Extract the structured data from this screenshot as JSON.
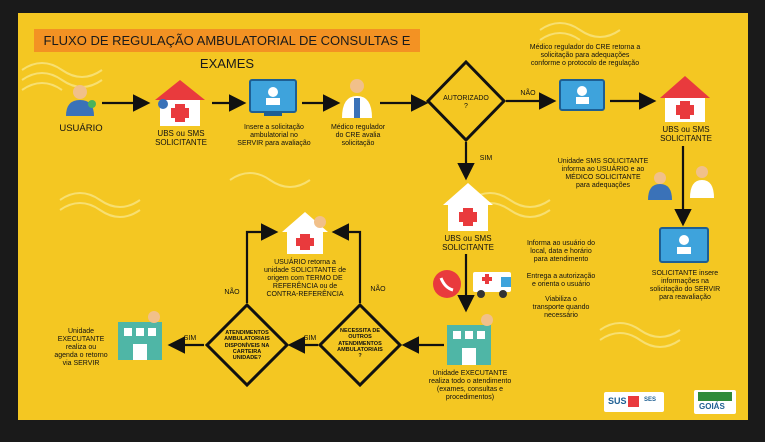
{
  "title": "FLUXO DE REGULAÇÃO AMBULATORIAL DE CONSULTAS E EXAMES",
  "colors": {
    "background": "#f4c722",
    "title_bg": "#f39223",
    "accent": "#e93a3d",
    "screen": "#3ea3dc",
    "text": "#111111"
  },
  "nodes": {
    "usuario": "USUÁRIO",
    "ubs1": "UBS ou SMS\nSOLICITANTE",
    "servir": "Insere a solicitação\nambulatorial no\nSERVIR para avaliação",
    "medico": "Médico regulador\ndo CRE avalia\nsolicitação",
    "autorizado": "AUTORIZADO\n?",
    "medico_retorna": "Médico regulador do CRE retorna a\nsolicitação para adequações\nconforme o protocolo de regulação",
    "ubs_right": "UBS ou SMS\nSOLICITANTE",
    "unidade_sms": "Unidade SMS SOLICITANTE\ninforma ao USUÁRIO e ao\nMÉDICO SOLICITANTE\npara adequações",
    "solicitante_insere": "SOLICITANTE insere\ninformações na\nsolicitação do SERVIR\npara reavaliação",
    "ubs_center": "UBS ou SMS\nSOLICITANTE",
    "informa": "Informa ao usuário do\nlocal, data e horário\npara atendimento",
    "entrega": "Entrega a autorização\ne orienta o usuário",
    "viabiliza": "Viabiliza o\ntransporte quando\nnecessário",
    "executante": "Unidade EXECUTANTE\nrealiza todo o atendimento\n(exames, consultas e\nprocedimentos)",
    "necessita": "NECESSITA DE\nOUTROS\nATENDIMENTOS\nAMBULATORIAIS\n?",
    "atendimentos": "ATENDIMENTOS\nAMBULATORIAIS\nDISPONÍVEIS NA\nCARTEIRA\nUNIDADE?",
    "usuario_retorna": "USUÁRIO retorna a\nunidade SOLICITANTE de\norigem com TERMO DE\nREFERÊNCIA ou de\nCONTRA-REFERÊNCIA",
    "unidade_exec_left": "Unidade\nEXECUTANTE\nrealiza ou\nagenda o retorno\nvia SERVIR"
  },
  "edges": {
    "nao1": "NÃO",
    "sim1": "SIM",
    "sim2": "SIM",
    "sim3": "SIM",
    "nao2": "NÃO",
    "nao3": "NÃO"
  },
  "logos": {
    "sus": "SUS",
    "ses": "SES",
    "goias": "GOIÁS"
  }
}
